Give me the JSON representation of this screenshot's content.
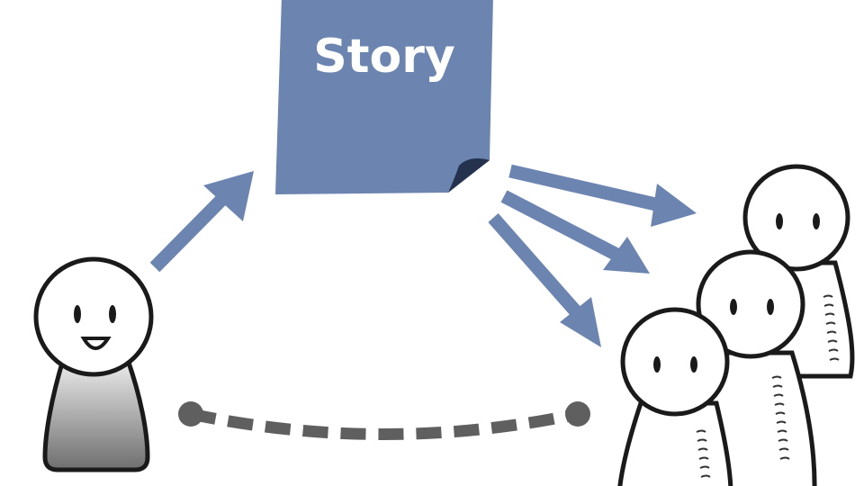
{
  "story": {
    "label": "Story",
    "color": "#6b84b0"
  },
  "colors": {
    "arrow": "#6b84b0",
    "outline": "#1a1a1a",
    "connector": "#5f5f5f",
    "figure_fill": "#ffffff",
    "author_gradient_top": "#e8e8e8",
    "author_gradient_bottom": "#6e6e6e"
  },
  "figures": {
    "author": {
      "type": "storyteller",
      "expression": "smiling"
    },
    "audience_count": 3
  }
}
